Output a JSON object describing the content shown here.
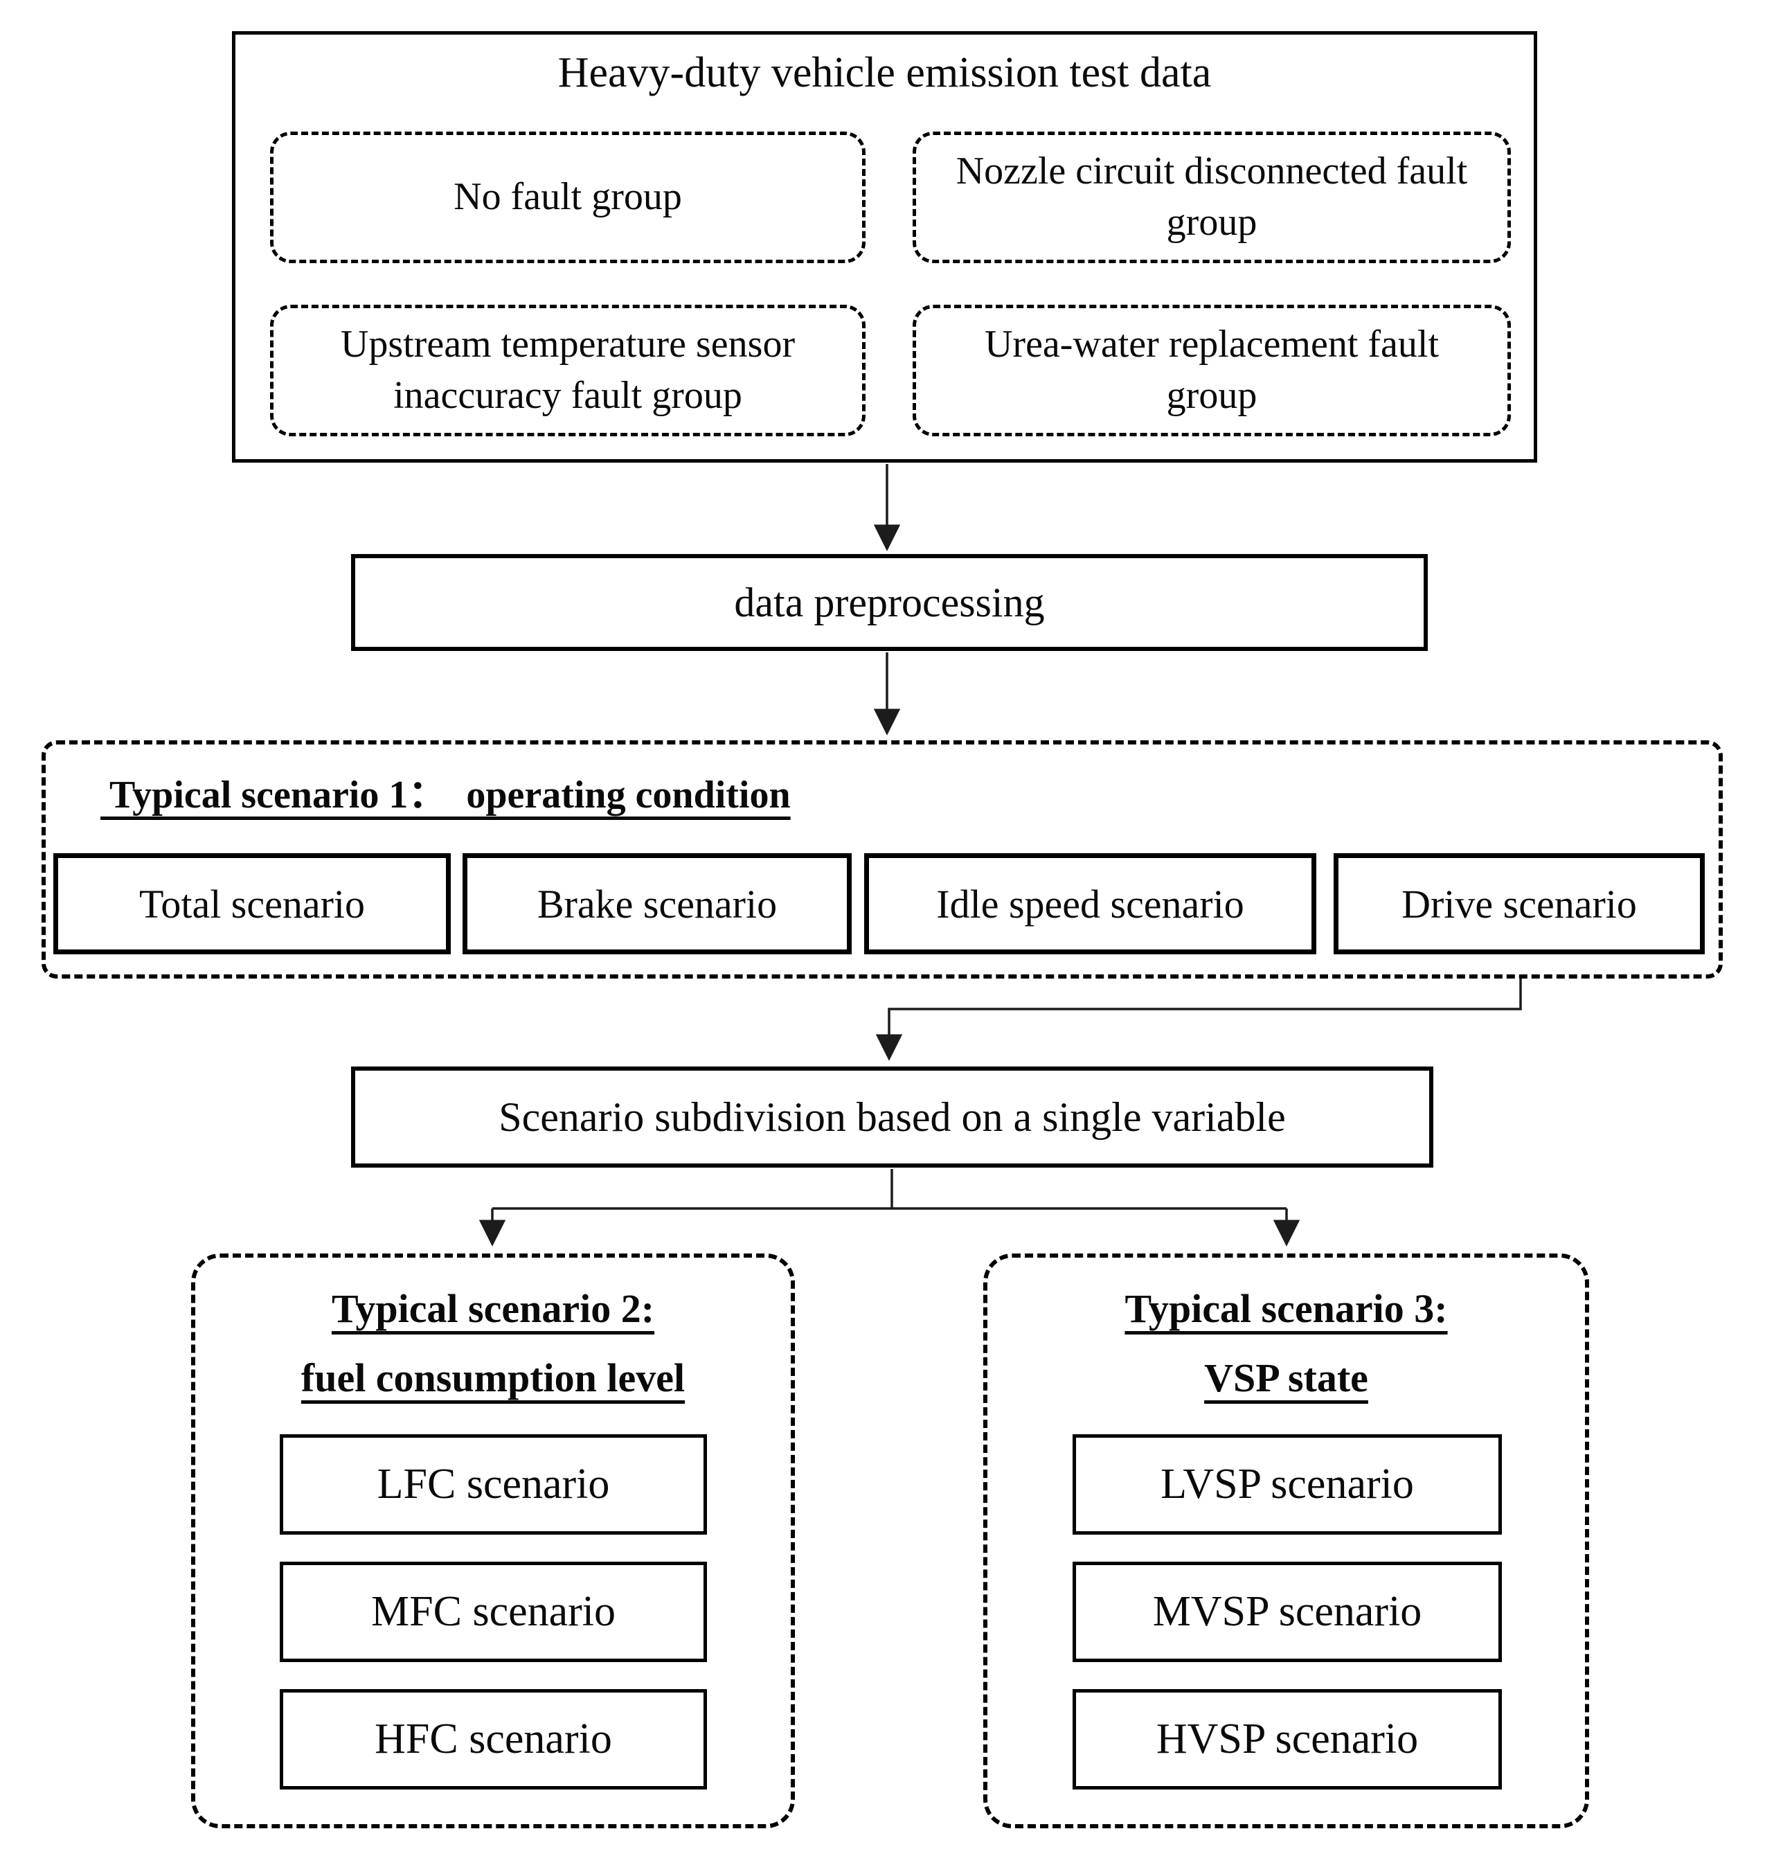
{
  "top_group": {
    "title": "Heavy-duty vehicle emission test data",
    "fault_groups": [
      "No fault group",
      "Nozzle circuit disconnected fault group",
      "Upstream temperature sensor inaccuracy fault group",
      "Urea-water replacement fault group"
    ]
  },
  "preprocess": {
    "label": "data preprocessing"
  },
  "scenario1": {
    "title": " Typical scenario 1：  operating condition",
    "boxes": [
      "Total scenario",
      "Brake scenario",
      "Idle speed scenario",
      "Drive scenario"
    ]
  },
  "subdivision": {
    "label": "Scenario subdivision based on a single variable"
  },
  "scenario2": {
    "title_line1": "Typical scenario 2:",
    "title_line2": "fuel consumption level",
    "boxes": [
      "LFC scenario",
      "MFC scenario",
      "HFC scenario"
    ]
  },
  "scenario3": {
    "title_line1": "Typical scenario 3:",
    "title_line2": "VSP state",
    "boxes": [
      "LVSP scenario",
      "MVSP scenario",
      "HVSP scenario"
    ]
  },
  "colors": {
    "line": "#1c1c1c",
    "background": "#ffffff"
  }
}
